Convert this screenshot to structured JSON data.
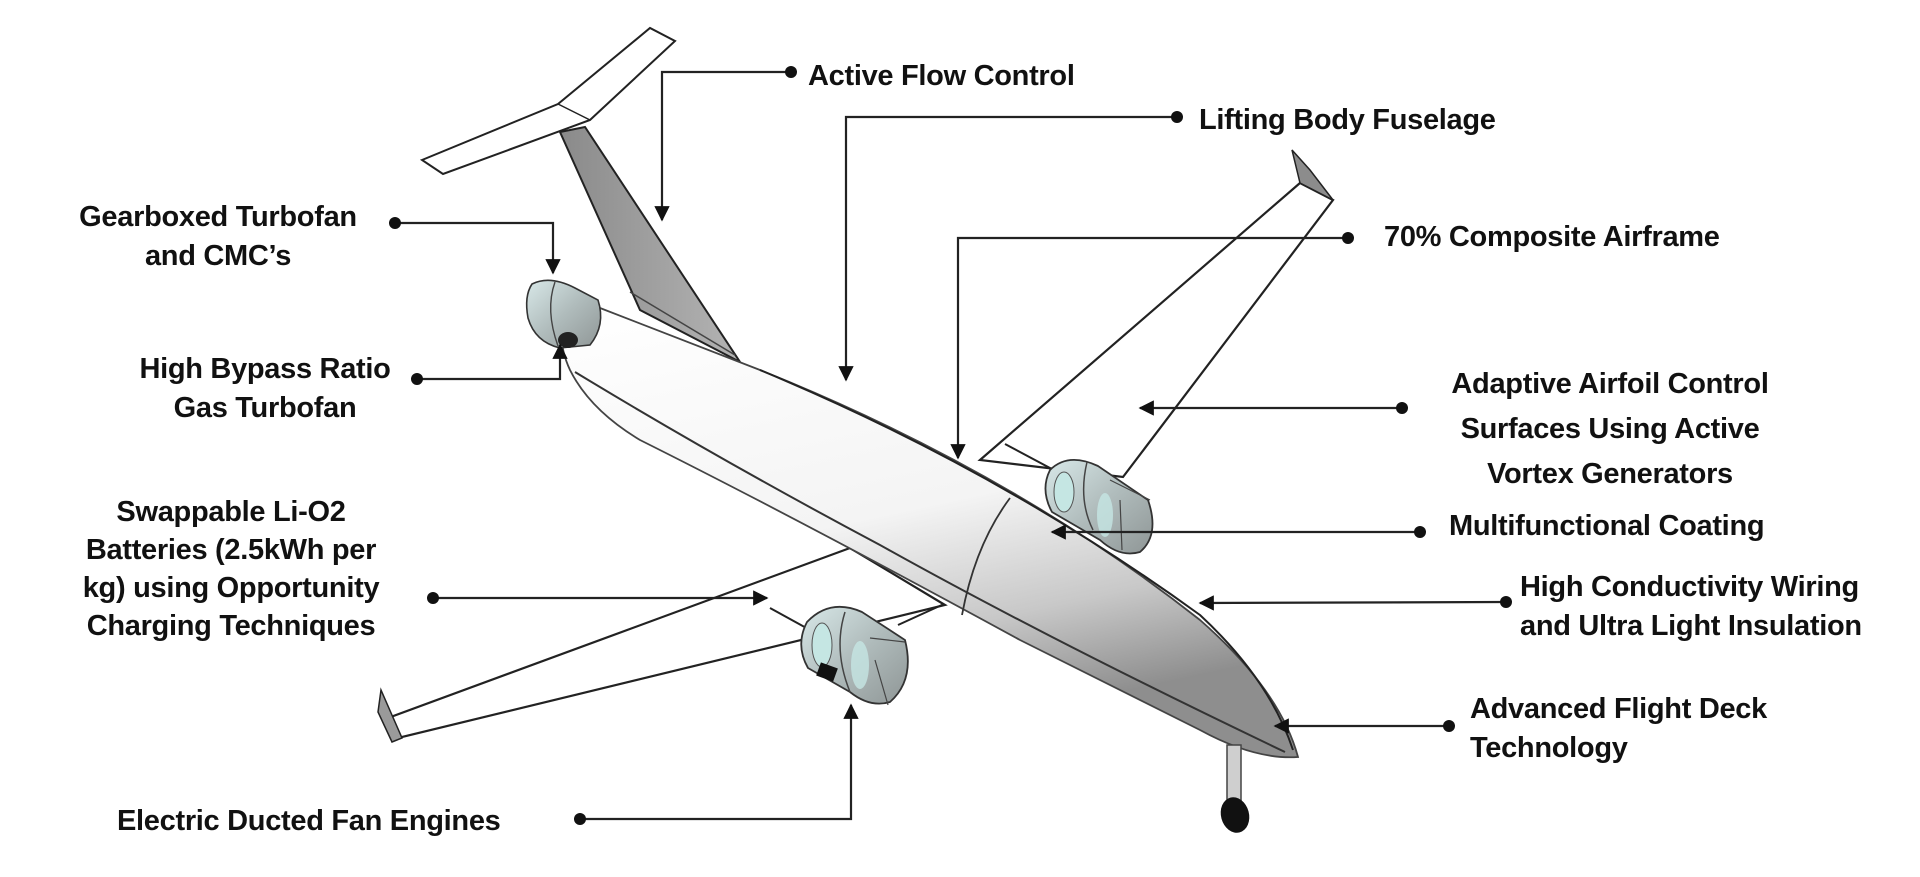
{
  "figure": {
    "title": "Future aircraft technology concept",
    "colors": {
      "text": "#111111",
      "leader_line": "#222222",
      "fuselage_light": "#ffffff",
      "fuselage_shadow": "#9a9a9a",
      "fin": "#9c9c9c",
      "engine": "#b9c2c2",
      "engine_glass": "#bfe3e0",
      "wheel": "#111111"
    }
  },
  "labels": {
    "active_flow": {
      "lines": [
        "Active Flow Control"
      ]
    },
    "lifting_body": {
      "lines": [
        "Lifting Body Fuselage"
      ]
    },
    "composite": {
      "lines": [
        "70% Composite Airframe"
      ]
    },
    "gearboxed": {
      "lines": [
        "Gearboxed Turbofan",
        "and CMC’s"
      ]
    },
    "high_bypass": {
      "lines": [
        "High Bypass Ratio",
        "Gas Turbofan"
      ]
    },
    "adaptive_airfoil": {
      "lines": [
        "Adaptive Airfoil Control",
        "Surfaces Using Active",
        "Vortex Generators"
      ]
    },
    "multifunctional": {
      "lines": [
        "Multifunctional Coating"
      ]
    },
    "wiring": {
      "lines": [
        "High Conductivity Wiring",
        "and Ultra Light Insulation"
      ]
    },
    "flight_deck": {
      "lines": [
        "Advanced Flight Deck",
        "Technology"
      ]
    },
    "batteries": {
      "lines": [
        "Swappable Li-O2",
        "Batteries (2.5kWh per",
        "kg) using Opportunity",
        "Charging Techniques"
      ]
    },
    "ducted_fan": {
      "lines": [
        "Electric Ducted Fan Engines"
      ]
    }
  }
}
